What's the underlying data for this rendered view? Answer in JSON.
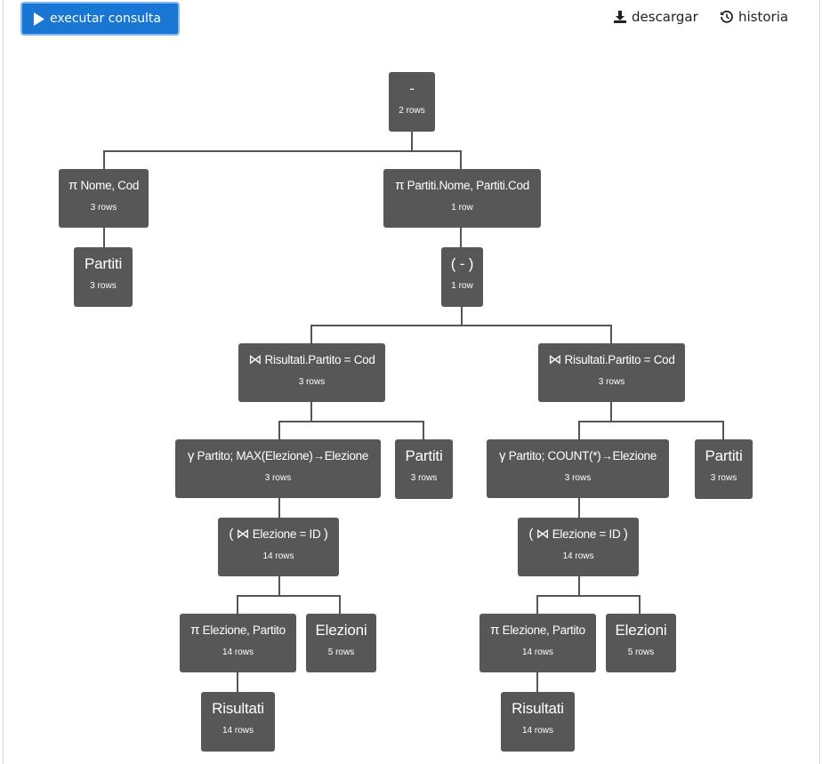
{
  "toolbar": {
    "run_label": "executar consulta",
    "download_label": "descargar",
    "history_label": "historia"
  },
  "tree": {
    "root": {
      "label": "-",
      "rows": "2 rows"
    },
    "left_proj": {
      "op": "π",
      "label": "Nome, Cod",
      "rows": "3 rows"
    },
    "left_partiti": {
      "label": "Partiti",
      "rows": "3 rows"
    },
    "right_proj": {
      "op": "π",
      "label": "Partiti.Nome, Partiti.Cod",
      "rows": "1 row"
    },
    "paren_minus": {
      "label": "( - )",
      "rows": "1 row"
    },
    "join_left": {
      "op": "⋈",
      "label": "Risultati.Partito = Cod",
      "rows": "3 rows"
    },
    "join_right": {
      "op": "⋈",
      "label": "Risultati.Partito = Cod",
      "rows": "3 rows"
    },
    "group_max": {
      "op": "γ",
      "label": "Partito; MAX(Elezione)→Elezione",
      "rows": "3 rows"
    },
    "partiti_a": {
      "label": "Partiti",
      "rows": "3 rows"
    },
    "group_count": {
      "op": "γ",
      "label": "Partito; COUNT(*)→Elezione",
      "rows": "3 rows"
    },
    "partiti_b": {
      "label": "Partiti",
      "rows": "3 rows"
    },
    "join_id_left": {
      "open": "(",
      "op": "⋈",
      "label": "Elezione = ID",
      "close": ")",
      "rows": "14 rows"
    },
    "join_id_right": {
      "open": "(",
      "op": "⋈",
      "label": "Elezione = ID",
      "close": ")",
      "rows": "14 rows"
    },
    "proj_ep_left": {
      "op": "π",
      "label": "Elezione, Partito",
      "rows": "14 rows"
    },
    "elezioni_left": {
      "label": "Elezioni",
      "rows": "5 rows"
    },
    "proj_ep_right": {
      "op": "π",
      "label": "Elezione, Partito",
      "rows": "14 rows"
    },
    "elezioni_right": {
      "label": "Elezioni",
      "rows": "5 rows"
    },
    "risultati_left": {
      "label": "Risultati",
      "rows": "14 rows"
    },
    "risultati_right": {
      "label": "Risultati",
      "rows": "14 rows"
    }
  },
  "colors": {
    "node_bg": "#575757",
    "edge": "#555555",
    "button_bg": "#1976d2"
  }
}
